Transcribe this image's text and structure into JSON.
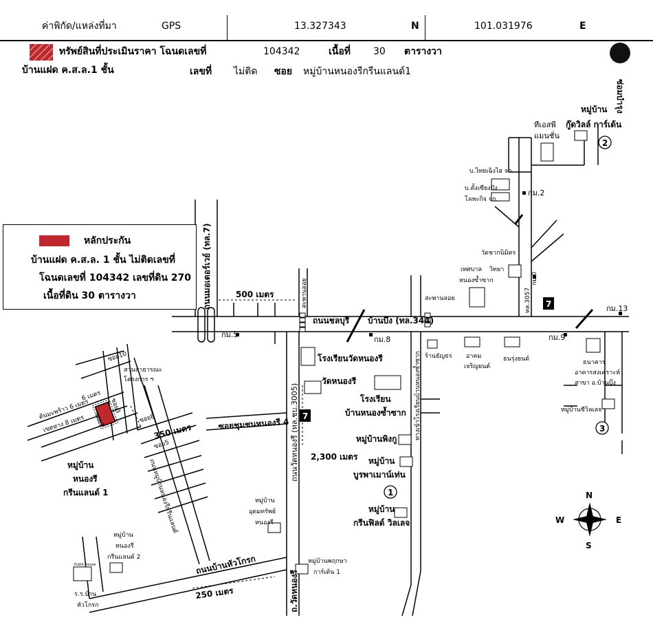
{
  "header": {
    "coord_label": "ค่าพิกัด/แหล่งที่มา",
    "source": "GPS",
    "lat": "13.327343",
    "lat_dir": "N",
    "lon": "101.031976",
    "lon_dir": "E"
  },
  "asset": {
    "title": "ทรัพย์สินที่ประเมินราคา โฉนดเลขที่",
    "deed_no": "104342",
    "area_label": "เนื้อที่",
    "area_value": "30",
    "area_unit": "ตารางวา",
    "type": "บ้านแฝด ค.ส.ล.1 ชั้น",
    "number_label": "เลขที่",
    "number_value": "ไม่ติด",
    "soi_label": "ซอย",
    "soi_value": "หมู่บ้านหนองรีกรีนแลนด์1"
  },
  "legend": {
    "title": "หลักประกัน",
    "line1": "บ้านแฝด ค.ส.ล. 1 ชั้น ไม่ติดเลขที่",
    "line2": "โฉนดเลขที่ 104342 เลขที่ดิน 270",
    "line3": "เนื้อที่ดิน 30 ตารางวา",
    "color": "#c0282d"
  },
  "roads": {
    "main_h": "ถนนชลบุรี",
    "main_h2": "บ้านบึง (ทล.344)",
    "v_left": "ถนนมอเตอร์เวย์ (ทล.7)",
    "v_center": "ถนนวัดหนองรี (ทล.ชบ.3005)",
    "v_center2": "ถ.วัดหนองรี",
    "v_school": "ทางเข้าโรงเรียนบ้านหนองซ้ำซาก",
    "v_right": "ทล.3057",
    "soi_chumchon": "ซอยชุมชนหนองรี 4",
    "road_huakrok": "ถนนบ้านหัวโกรก",
    "v_right_top": "ซ่อมบำรุง",
    "v_village": "ถนนหมู่บ้านหนองรีกรีนแลนด์",
    "saphan_loi": "สะพานลอย",
    "saphan_loi2": "สะพานลอย"
  },
  "distances": {
    "d500": "500 เมตร",
    "d350": "350 เมตร",
    "d2300": "2,300 เมตร",
    "d250": "250 เมตร",
    "d6a": "ต้นมะพร้าว 6 เมตร",
    "d6b": "6 เมตร",
    "d8": "เขตทาง 8 เมตร"
  },
  "km": {
    "k2": "กม.2",
    "k5": "กม.5",
    "k8": "กม.8",
    "k9": "กม.9",
    "k13": "กม.13",
    "k0": "กม.0"
  },
  "places": {
    "v_goodwill": "หมู่บ้าน",
    "v_goodwill2": "กู๊ดวิลล์ การ์เด้น",
    "tieng_mansion": "ทีเอสพี",
    "tieng_mansion2": "แมนชั่น",
    "thai_ching": "บ.ไทยเฉิงไฮ จก.",
    "tang_chieng": "บ.ตั้งเซียงปัง",
    "tang_chieng2": "โลหะกิจ จก.",
    "wat_prachanimit": "วัดชากนิมิตร",
    "wat_prachanimit2": "วิทยา",
    "tessaban": "เทศบาล",
    "tessaban2": "หนองซ้ำซาก",
    "school_wat": "โรงเรียนวัดหนองรี",
    "wat_nongri": "วัดหนองรี",
    "shop": "ร้านธัญธร",
    "acham": "อาคม",
    "acham2": "เจริญยนต์",
    "thanarung": "ธนรุ่งยนต์",
    "bank": "ธนาคาร",
    "bank2": "อาคารสงเคราะห์",
    "bank3": "สาขา อ.บ้านบึง",
    "school_nss": "โรงเรียน",
    "school_nss2": "บ้านหนองซ้ำซาก",
    "v_ping": "หมู่บ้านพิงกู",
    "v_burapha": "หมู่บ้าน",
    "v_burapha2": "บูรพาเมาน์เท่น",
    "v_greenfield": "หมู่บ้าน",
    "v_greenfield2": "กรีนฟิลด์ วิลเลจ",
    "v_chiwa": "หมู่บ้านชีวิลเลจ",
    "v_nongri_green1": "หมู่บ้าน",
    "v_nongri_green1b": "หนองรี",
    "v_nongri_green1c": "กรีนแลนด์ 1",
    "v_udom": "หมู่บ้าน",
    "v_udom2": "อุดมทรัพย์",
    "v_udom3": "หนองรี",
    "v_nongri_green2": "หมู่บ้าน",
    "v_nongri_green2b": "หนองรี",
    "v_nongri_green2c": "กรีนแลนด์ 2",
    "v_pruksa": "หมู่บ้านพฤกษา",
    "v_pruksa2": "การ์เด้น 1",
    "school_huakrok": "ร.ร.บ้าน",
    "school_huakrok2": "หัวโกรก",
    "soi10": "ซอย10",
    "public_util": "สวนสาธารณะ",
    "public_util2": "โครงการ ฯ",
    "soi8": "ซอย8",
    "soi7": "ซอย7",
    "soi5": "ซอย5",
    "soi3": "ซอย3",
    "public_house": "Public house"
  },
  "markers": {
    "m1": "1",
    "m2": "2",
    "m3": "3",
    "seven": "7"
  },
  "compass": {
    "n": "N",
    "s": "S",
    "e": "E",
    "w": "W"
  }
}
